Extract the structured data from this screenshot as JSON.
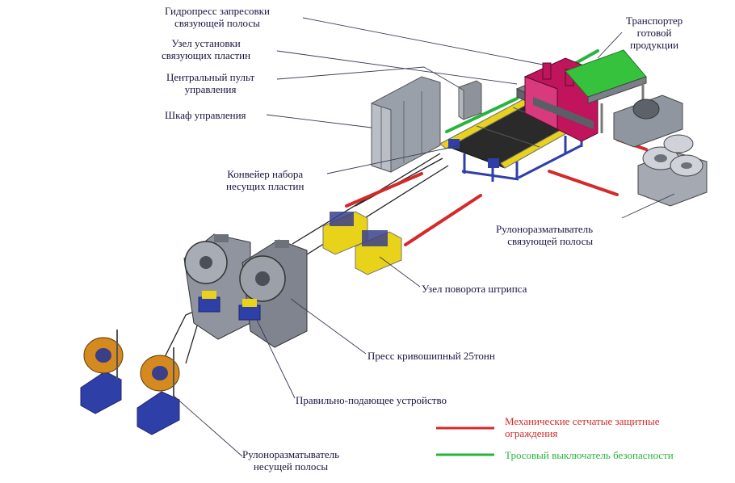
{
  "labels": {
    "hydropress": [
      "Гидропресс запресовки",
      "связующей полосы"
    ],
    "plate_install": [
      "Узел установки",
      "связующих пластин"
    ],
    "central_panel": [
      "Центральный пульт",
      "управления"
    ],
    "control_cabinet": [
      "Шкаф управления"
    ],
    "conveyor": [
      "Конвейер набора",
      "несущих пластин"
    ],
    "transporter": [
      "Транспортер",
      "готовой",
      "продукции"
    ],
    "uncoiler_binding": [
      "Рулоноразматыватель",
      "связующей полосы"
    ],
    "strip_turn": [
      "Узел поворота штрипса"
    ],
    "crank_press": [
      "Пресс кривошипный 25тонн"
    ],
    "straight_feed": [
      "Правильно-подающее устройство"
    ],
    "uncoiler_bearing": [
      "Рулоноразматыватель",
      "несущей полосы"
    ]
  },
  "legend": {
    "mechanical": [
      "Механические сетчатые защитные",
      "ограждения"
    ],
    "cable_switch": [
      "Тросовый выключатель безопасности"
    ]
  },
  "colors": {
    "mechanical_guard": "#d42a2a",
    "cable_switch": "#26b43c",
    "label_text": "#1a1440",
    "leader": "#3a3a55",
    "machine_blue": "#2f3fa8",
    "machine_yellow": "#e8d21a",
    "machine_gray": "#8f949e",
    "machine_magenta": "#c0145c",
    "transporter_green": "#37c23d"
  }
}
